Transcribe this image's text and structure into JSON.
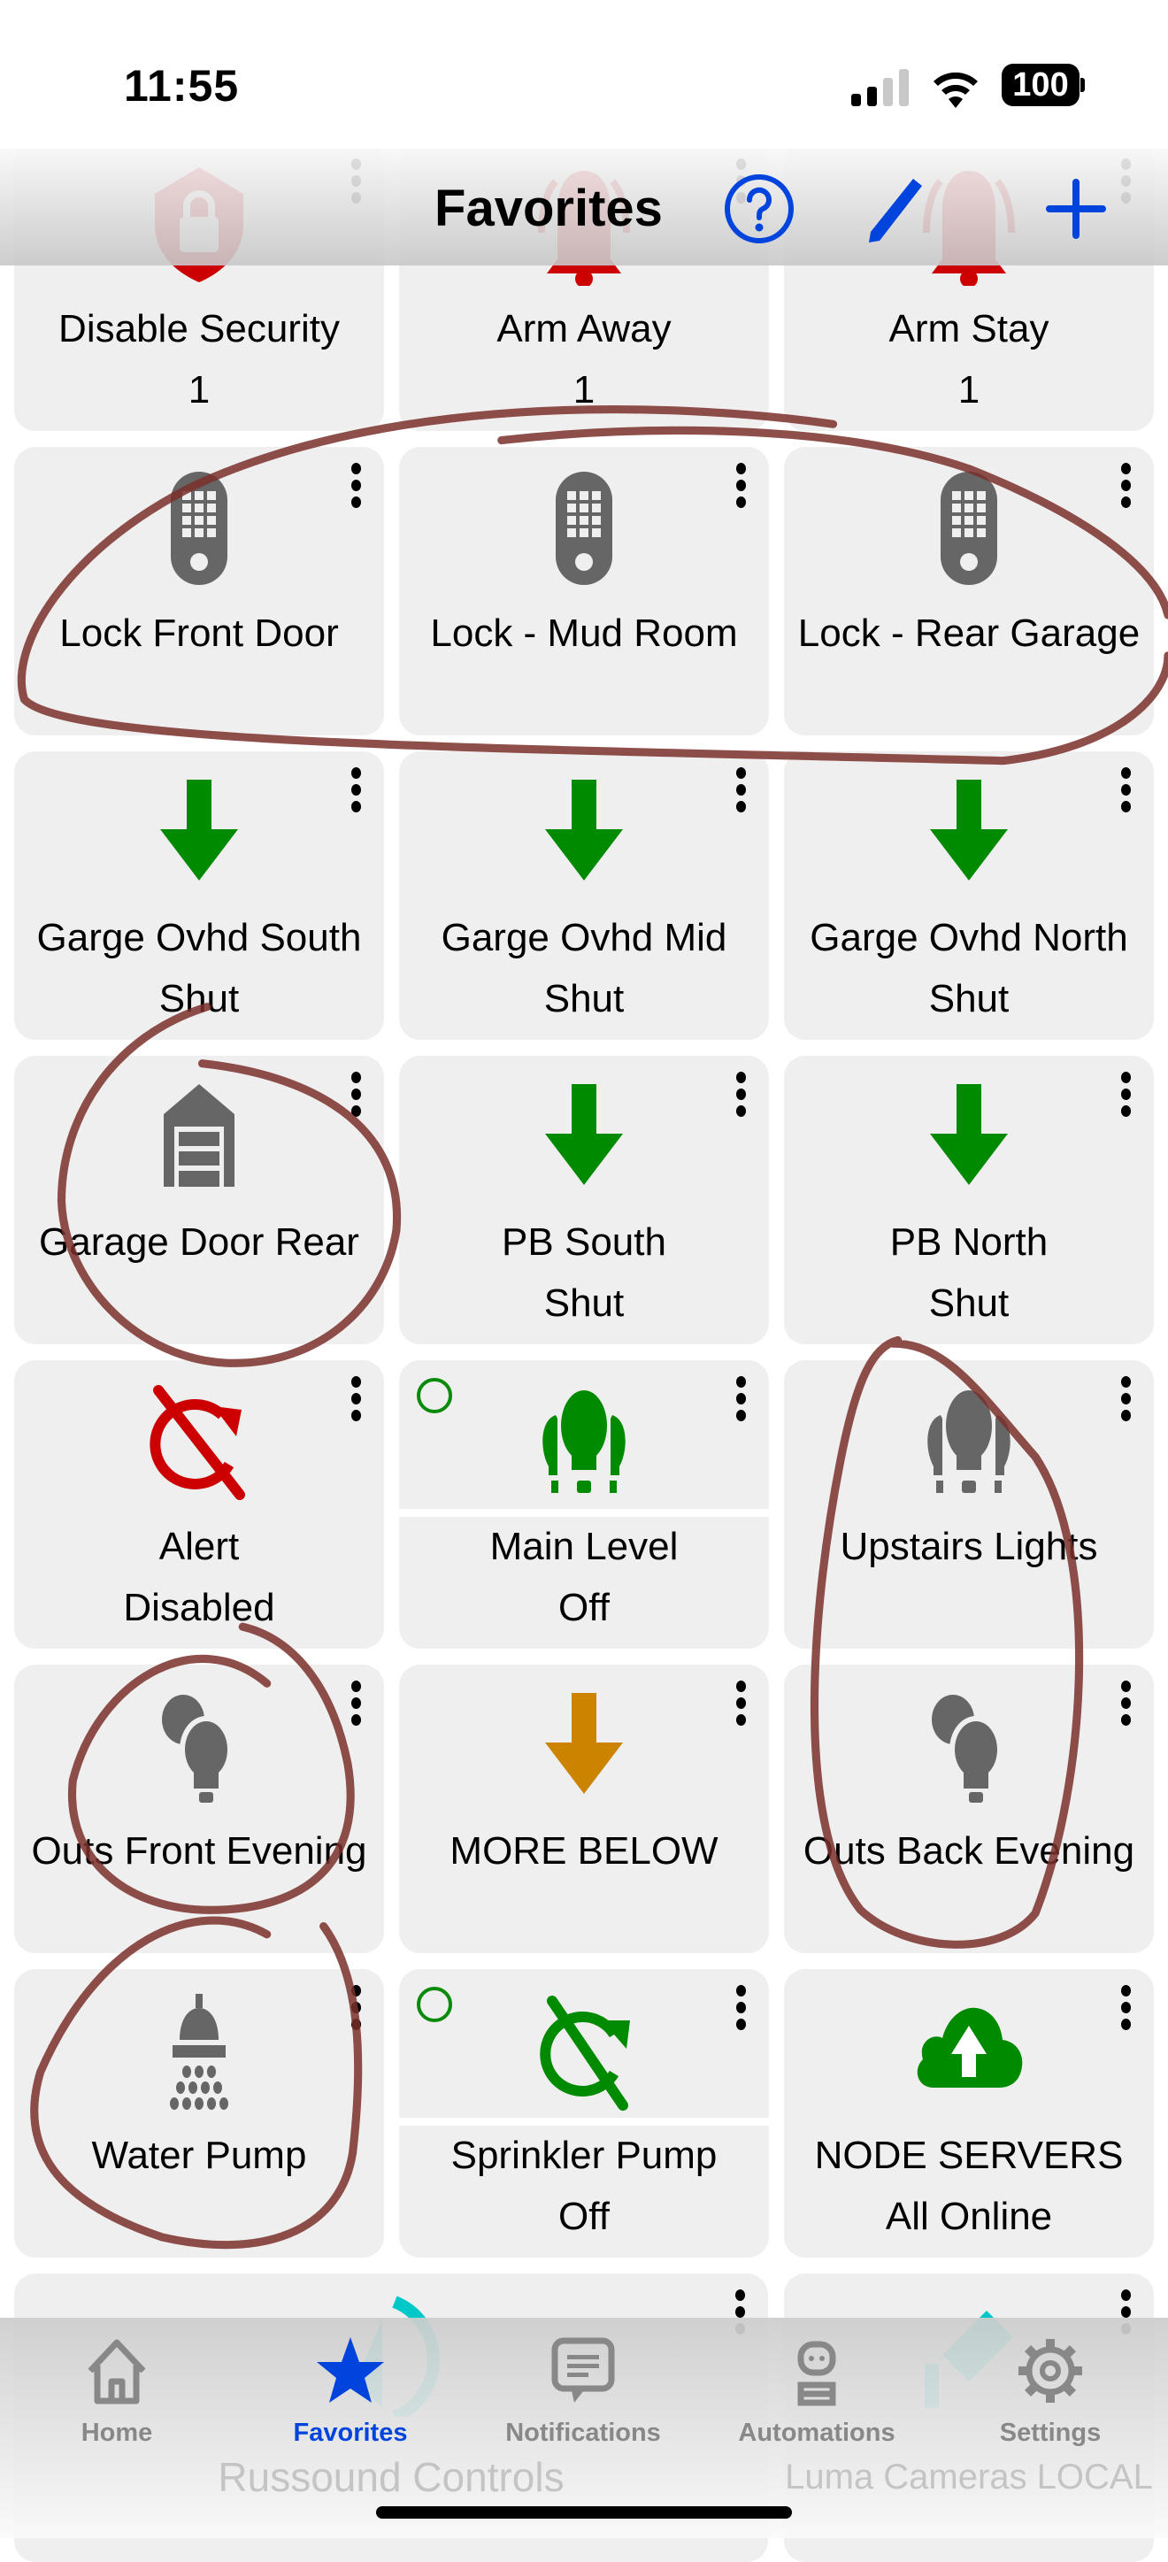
{
  "status_bar": {
    "time": "11:55",
    "battery": "100"
  },
  "header": {
    "title": "Favorites"
  },
  "colors": {
    "accent": "#0044dd",
    "green": "#008a00",
    "red": "#cc0000",
    "gray": "#666666",
    "orange": "#cc8400",
    "annotation": "#7a2f2a"
  },
  "tiles": [
    {
      "line1": "Disable Security",
      "line2": "1",
      "icon": "shield-lock-icon",
      "color": "#cc0000"
    },
    {
      "line1": "Arm Away",
      "line2": "1",
      "icon": "bell-icon",
      "color": "#cc0000"
    },
    {
      "line1": "Arm Stay",
      "line2": "1",
      "icon": "bell-icon",
      "color": "#cc0000"
    },
    {
      "line1": "Lock Front Door",
      "icon": "keypad-lock-icon",
      "color": "#666666"
    },
    {
      "line1": "Lock - Mud Room",
      "icon": "keypad-lock-icon",
      "color": "#666666"
    },
    {
      "line1": "Lock - Rear Garage",
      "icon": "keypad-lock-icon",
      "color": "#666666"
    },
    {
      "line1": "Garge Ovhd South",
      "line2": "Shut",
      "icon": "arrow-down-icon",
      "color": "#008a00"
    },
    {
      "line1": "Garge Ovhd Mid",
      "line2": "Shut",
      "icon": "arrow-down-icon",
      "color": "#008a00"
    },
    {
      "line1": "Garge Ovhd North",
      "line2": "Shut",
      "icon": "arrow-down-icon",
      "color": "#008a00"
    },
    {
      "line1": "Garage Door Rear",
      "icon": "garage-icon",
      "color": "#666666"
    },
    {
      "line1": "PB South",
      "line2": "Shut",
      "icon": "arrow-down-icon",
      "color": "#008a00"
    },
    {
      "line1": "PB North",
      "line2": "Shut",
      "icon": "arrow-down-icon",
      "color": "#008a00"
    },
    {
      "line1": "Alert",
      "line2": "Disabled",
      "icon": "alert-disabled-icon",
      "color": "#cc0000"
    },
    {
      "line1": "Main Level",
      "line2": "Off",
      "icon": "bulb-group-icon",
      "color": "#008a00",
      "split": true
    },
    {
      "line1": "Upstairs Lights",
      "icon": "bulb-group-icon",
      "color": "#666666"
    },
    {
      "line1": "Outs Front Evening",
      "icon": "bulb-pair-icon",
      "color": "#666666"
    },
    {
      "line1": "MORE BELOW",
      "icon": "arrow-down-icon",
      "color": "#cc8400"
    },
    {
      "line1": "Outs Back Evening",
      "icon": "bulb-pair-icon",
      "color": "#666666"
    },
    {
      "line1": "Water Pump",
      "icon": "shower-icon",
      "color": "#666666"
    },
    {
      "line1": "Sprinkler Pump",
      "line2": "Off",
      "icon": "sprinkler-disabled-icon",
      "color": "#008a00",
      "split": true
    },
    {
      "line1": "NODE SERVERS",
      "line2": "All Online",
      "icon": "cloud-upload-icon",
      "color": "#008a00"
    },
    {
      "line1": "Russound Controls",
      "icon": "speaker-icon",
      "color": "#00c8c8",
      "wide": true
    },
    {
      "line1": "Luma Cameras LOCAL",
      "icon": "camera-icon",
      "color": "#00c8c8"
    }
  ],
  "tabs": [
    {
      "label": "Home",
      "icon": "home-icon"
    },
    {
      "label": "Favorites",
      "icon": "star-icon",
      "active": true
    },
    {
      "label": "Notifications",
      "icon": "message-icon"
    },
    {
      "label": "Automations",
      "icon": "robot-icon"
    },
    {
      "label": "Settings",
      "icon": "gear-icon"
    }
  ]
}
